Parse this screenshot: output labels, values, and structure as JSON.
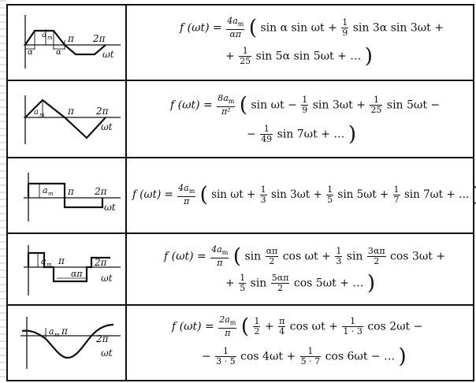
{
  "rows": [
    {
      "fig": {
        "type": "trapezoid",
        "labels": {
          "amp": "a",
          "amp_sub": "m",
          "pi": "π",
          "two_pi": "2π",
          "wt": "ωt",
          "alpha1": "α",
          "alpha2": "α"
        }
      },
      "formula": {
        "lhs": "f (ωt) =",
        "coef_num": "4a",
        "coef_num_sub": "m",
        "coef_den": "απ",
        "line1": [
          "sin α sin ωt +",
          "1",
          "9",
          "sin 3α sin 3ωt +"
        ],
        "line2": [
          "+",
          "1",
          "25",
          "sin 5α sin 5ωt + …"
        ]
      }
    },
    {
      "fig": {
        "type": "triangle",
        "labels": {
          "amp": "a",
          "amp_sub": "m",
          "pi": "π",
          "two_pi": "2π",
          "wt": "ωt"
        }
      },
      "formula": {
        "lhs": "f (ωt) =",
        "coef_num": "8a",
        "coef_num_sub": "m",
        "coef_den": "π²",
        "line1": [
          "sin ωt −",
          "1",
          "9",
          "sin 3ωt +",
          "1",
          "25",
          "sin 5ωt −"
        ],
        "line2": [
          "−",
          "1",
          "49",
          "sin 7ωt + …"
        ]
      }
    },
    {
      "fig": {
        "type": "square",
        "labels": {
          "amp": "a",
          "amp_sub": "m",
          "pi": "π",
          "two_pi": "2π",
          "wt": "ωt"
        }
      },
      "formula": {
        "lhs": "f (ωt) =",
        "coef_num": "4a",
        "coef_num_sub": "m",
        "coef_den": "π",
        "line1": [
          "sin ωt +",
          "1",
          "3",
          "sin 3ωt +",
          "1",
          "5",
          "sin 5ωt +",
          "1",
          "7",
          "sin 7ωt + …"
        ]
      }
    },
    {
      "fig": {
        "type": "pulse",
        "labels": {
          "amp": "a",
          "amp_sub": "m",
          "pi": "π",
          "two_pi": "2π",
          "wt": "ωt",
          "alpha_pi": "απ"
        }
      },
      "formula": {
        "lhs": "f (ωt) =",
        "coef_num": "4a",
        "coef_num_sub": "m",
        "coef_den": "π",
        "line1": [
          "sin",
          "απ",
          "2",
          "cos ωt +",
          "1",
          "3",
          "sin",
          "3απ",
          "2",
          "cos 3ωt +"
        ],
        "line2": [
          "+",
          "1",
          "5",
          "sin",
          "5απ",
          "2",
          "cos 5ωt + …"
        ]
      }
    },
    {
      "fig": {
        "type": "rectified",
        "labels": {
          "amp": "a",
          "amp_sub": "m",
          "pi": "π",
          "two_pi": "2π",
          "wt": "ωt"
        }
      },
      "formula": {
        "lhs": "f (ωt) =",
        "coef_num": "2a",
        "coef_num_sub": "m",
        "coef_den": "π",
        "line1": [
          "1",
          "2",
          "+",
          "π",
          "4",
          "cos ωt +",
          "1",
          "1 · 3",
          "cos 2ωt −"
        ],
        "line2": [
          "−",
          "1",
          "3 · 5",
          "cos 4ωt +",
          "1",
          "5 · 7",
          "cos 6ωt − …"
        ]
      }
    }
  ]
}
